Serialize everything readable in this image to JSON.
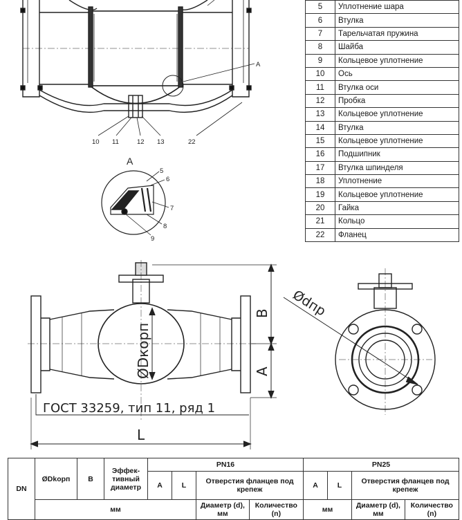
{
  "parts": [
    {
      "num": "5",
      "name": "Уплотнение шара"
    },
    {
      "num": "6",
      "name": "Втулка"
    },
    {
      "num": "7",
      "name": "Тарельчатая пружина"
    },
    {
      "num": "8",
      "name": "Шайба"
    },
    {
      "num": "9",
      "name": "Кольцевое уплотнение"
    },
    {
      "num": "10",
      "name": "Ось"
    },
    {
      "num": "11",
      "name": "Втулка оси"
    },
    {
      "num": "12",
      "name": "Пробка"
    },
    {
      "num": "13",
      "name": "Кольцевое уплотнение"
    },
    {
      "num": "14",
      "name": "Втулка"
    },
    {
      "num": "15",
      "name": "Кольцевое уплотнение"
    },
    {
      "num": "16",
      "name": "Подшипник"
    },
    {
      "num": "17",
      "name": "Втулка шпинделя"
    },
    {
      "num": "18",
      "name": "Уплотнение"
    },
    {
      "num": "19",
      "name": "Кольцевое уплотнение"
    },
    {
      "num": "20",
      "name": "Гайка"
    },
    {
      "num": "21",
      "name": "Кольцо"
    },
    {
      "num": "22",
      "name": "Фланец"
    }
  ],
  "section_labels": {
    "callout_a": "A",
    "detail_title": "A",
    "pos10": "10",
    "pos11": "11",
    "pos12": "12",
    "pos13": "13",
    "pos22": "22",
    "det5": "5",
    "det6": "6",
    "det7": "7",
    "det8": "8",
    "det9": "9"
  },
  "dimensions": {
    "d_body": "ØDкорп",
    "d_bore": "Ødпр",
    "dim_b": "B",
    "dim_a": "A",
    "dim_l": "L",
    "standard": "ГОСТ 33259, тип 11, ряд 1"
  },
  "spec_table": {
    "dn": "DN",
    "dkorp": "ØDkорп",
    "b": "B",
    "eff_diam": "Эффек-тивный диаметр",
    "pn16": "PN16",
    "pn25": "PN25",
    "a": "A",
    "l": "L",
    "holes": "Отверстия фланцев под крепеж",
    "hole_diam": "Диаметр (d), мм",
    "hole_count": "Количество (n)",
    "mm": "мм"
  }
}
